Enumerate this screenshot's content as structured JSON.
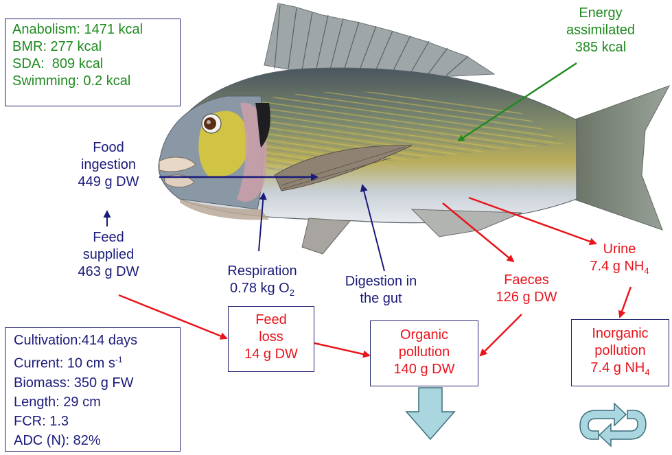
{
  "energy_box": {
    "lines": [
      "Anabolism: 1471 kcal",
      "BMR: 277 kcal",
      "SDA:  809 kcal",
      "Swimming: 0.2 kcal"
    ]
  },
  "energy_assimilated": {
    "line1": "Energy",
    "line2": "assimilated",
    "line3": "385 kcal"
  },
  "food_ingestion": {
    "line1": "Food",
    "line2": "ingestion",
    "line3": "449 g DW"
  },
  "feed_supplied": {
    "line1": "Feed",
    "line2": "supplied",
    "line3": "463 g DW"
  },
  "respiration": {
    "line1": "Respiration",
    "line2_main": "0.78 kg O",
    "line2_sub": "2"
  },
  "digestion": {
    "line1": "Digestion in",
    "line2": "the gut"
  },
  "faeces": {
    "line1": "Faeces",
    "line2": "126 g DW"
  },
  "urine": {
    "line1": "Urine",
    "line2_main": "7.4 g NH",
    "line2_sub": "4"
  },
  "feed_loss": {
    "line1": "Feed",
    "line2": "loss",
    "line3": "14 g DW"
  },
  "organic_pollution": {
    "line1": "Organic",
    "line2": "pollution",
    "line3": "140 g DW"
  },
  "inorganic_pollution": {
    "line1": "Inorganic",
    "line2": "pollution",
    "line3_main": "7.4 g NH",
    "line3_sub": "4"
  },
  "cultivation_box": {
    "cultivation": "Cultivation:414 days",
    "current_main": "Current: 10 cm s",
    "current_sup": "-1",
    "biomass": "Biomass: 350 g FW",
    "length": "Length: 29 cm",
    "fcr": "FCR: 1.3",
    "adc": "ADC (N): 82%"
  },
  "colors": {
    "green": "#1f8a1f",
    "navy": "#1a1a7a",
    "red": "#e8141c",
    "light_blue_fill": "#a9d6df",
    "arrow_outline": "#3a6d7a"
  }
}
